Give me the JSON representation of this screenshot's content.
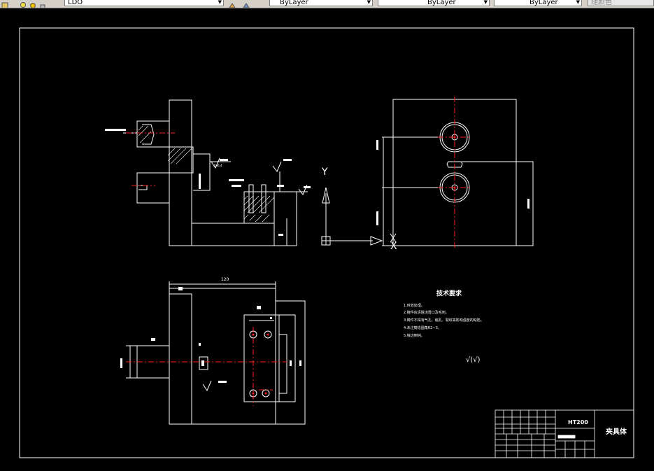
{
  "toolbar": {
    "layer_value": "LDO",
    "color_value": "ByLayer",
    "linetype_value": "ByLayer",
    "lineweight_value": "ByLayer",
    "plotstyle_value": "随颜色"
  },
  "drawing": {
    "tech_req_title": "技术要求",
    "tech_req_items": [
      "1.时效处理。",
      "2.铸件应清除浇冒口及毛刺。",
      "3.铸件不得有气孔、缩孔、裂纹等影响强度的缺陷。",
      "4.未注铸造圆角R2~3。",
      "5.锐边倒钝。"
    ],
    "surface_note": "√(√)",
    "roughness": "Ra6.4",
    "dim_overall": "120",
    "axis_y": "Y",
    "axis_x": "X",
    "title_block": {
      "material": "HT200",
      "part_name": "夹具体"
    }
  },
  "colors": {
    "background": "#000000",
    "lines": "#ffffff",
    "centerline": "#ff2020",
    "toolbar": "#d4d0c8"
  }
}
